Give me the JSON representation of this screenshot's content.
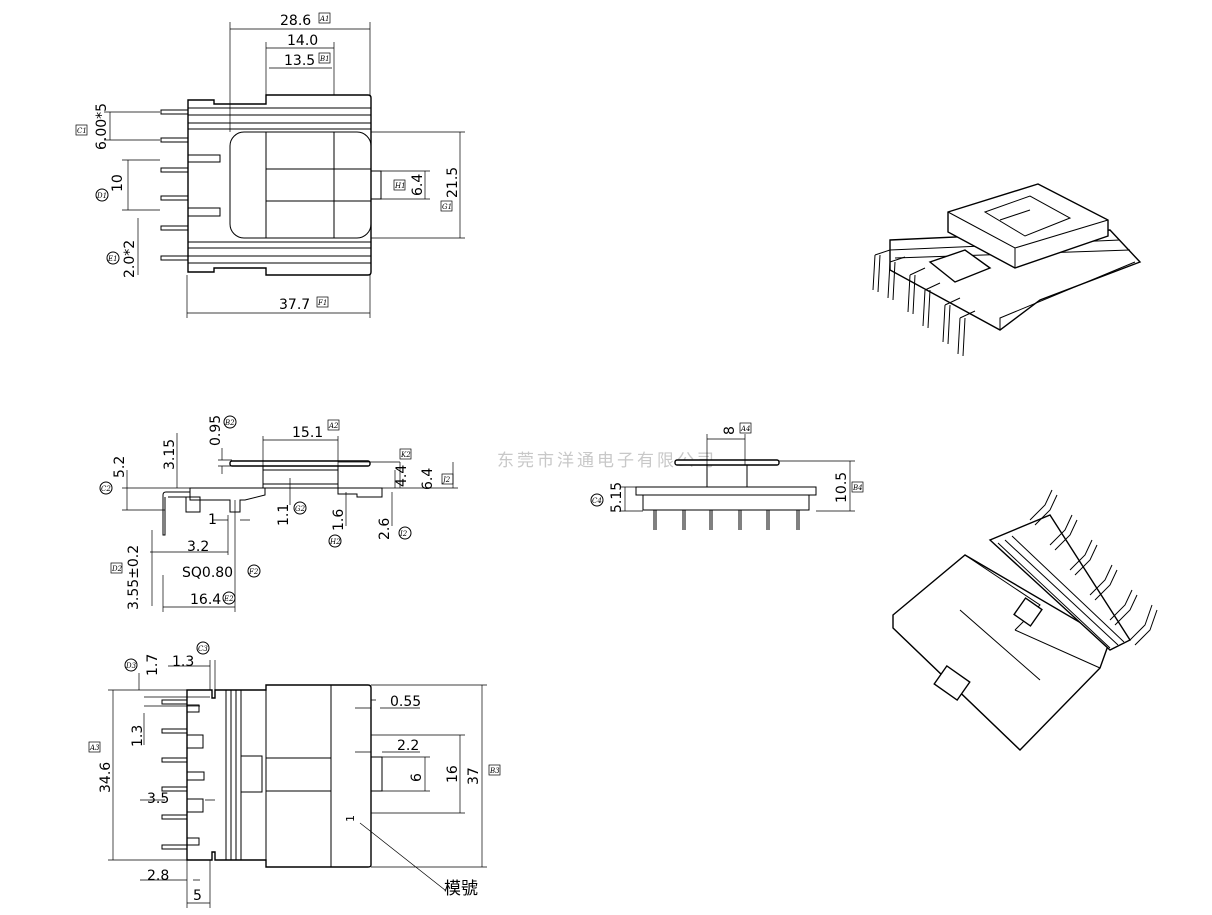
{
  "watermark": "东莞市洋通电子有限公司",
  "top_view": {
    "dims": {
      "width_outer": "28.6",
      "core_width": "14.0",
      "core_inner": "13.5",
      "pin_pitch": "6.00*5",
      "pin_gap": "10",
      "pin_size": "2.0*2",
      "total_length": "37.7",
      "window_height": "21.5",
      "tab_height": "6.4"
    },
    "tags": {
      "A1": "A1",
      "B1": "B1",
      "C1": "C1",
      "D1": "D1",
      "E1": "E1",
      "F1": "F1",
      "G1": "G1",
      "H1": "H1"
    }
  },
  "side_view": {
    "dims": {
      "flange_thk": "0.95",
      "flange_width": "15.1",
      "h_3_15": "3.15",
      "h_5_2": "5.2",
      "h_4_4": "4.4",
      "h_6_4": "6.4",
      "d_1": "1",
      "d_1_1": "1.1",
      "d_1_6": "1.6",
      "d_2_6": "2.6",
      "d_3_2": "3.2",
      "pin_sq": "SQ0.80",
      "pin_len": "3.55±0.2",
      "base_len": "16.4"
    },
    "tags": {
      "A2": "A2",
      "B2": "B2",
      "C2": "C2",
      "D2": "D2",
      "E2": "E2",
      "F2": "F2",
      "G2": "G2",
      "H2": "H2",
      "I2": "I2",
      "J2": "J2",
      "K2": "K2"
    }
  },
  "bottom_view": {
    "dims": {
      "d_1_7": "1.7",
      "d_1_3a": "1.3",
      "d_1_3b": "1.3",
      "height": "34.6",
      "d_3_5": "3.5",
      "d_2_8": "2.8",
      "d_5": "5",
      "d_0_55": "0.55",
      "d_2_2": "2.2",
      "d_6": "6",
      "d_16": "16",
      "d_37": "37",
      "pin1": "1",
      "model_label": "模號"
    },
    "tags": {
      "A3": "A3",
      "B3": "B3",
      "C3": "C3",
      "D3": "D3"
    }
  },
  "end_view": {
    "dims": {
      "core": "8",
      "height": "10.5",
      "base": "5.15"
    },
    "tags": {
      "A4": "A4",
      "B4": "B4",
      "C4": "C4"
    }
  }
}
